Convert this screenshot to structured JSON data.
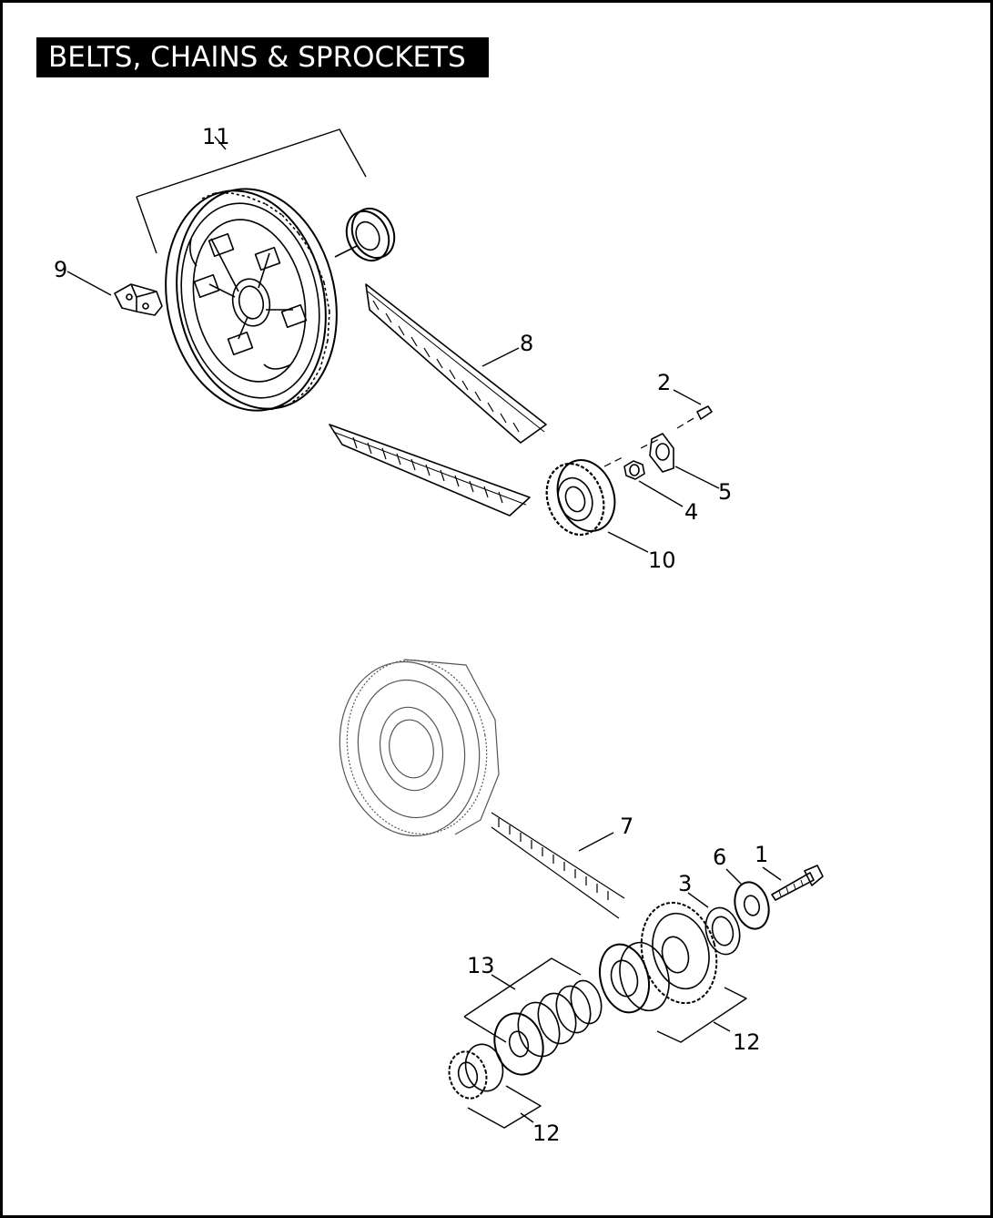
{
  "title": "BELTS, CHAINS & SPROCKETS",
  "callouts": {
    "c1": "1",
    "c2": "2",
    "c3": "3",
    "c4": "4",
    "c5": "5",
    "c6": "6",
    "c7": "7",
    "c8": "8",
    "c9": "9",
    "c10": "10",
    "c11": "11",
    "c12a": "12",
    "c12b": "12",
    "c13": "13"
  },
  "colors": {
    "line": "#000000",
    "background": "#ffffff",
    "title_bg": "#000000",
    "title_fg": "#ffffff"
  }
}
